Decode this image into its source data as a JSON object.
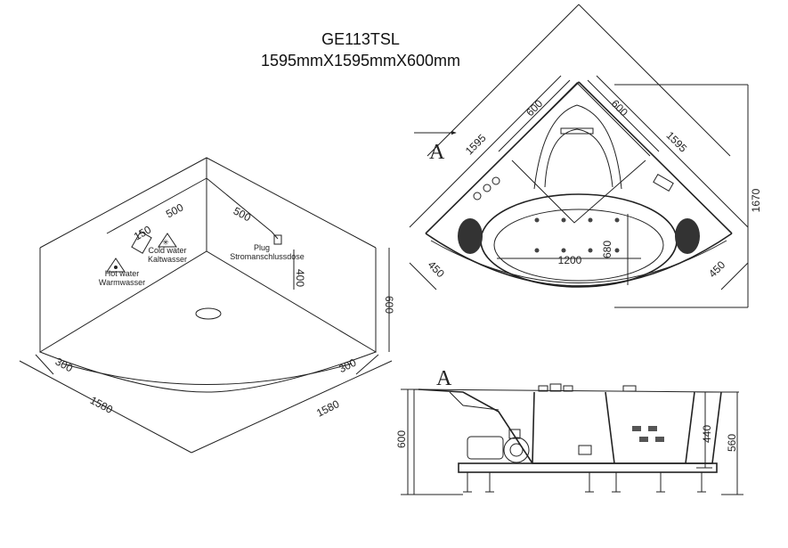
{
  "title": "GE113TSL",
  "subtitle": "1595mmX1595mmX600mm",
  "room_view": {
    "dims": {
      "left_length": "1580",
      "right_length": "1580",
      "left_offset": "300",
      "right_offset": "300",
      "height": "600",
      "plug_height": "400",
      "wall_left": "500",
      "wall_right": "500",
      "pipe_height": "150"
    },
    "labels": {
      "hot_water": "Hot water",
      "hot_water_de": "Warmwasser",
      "cold_water": "Cold water",
      "cold_water_de": "Kaltwasser",
      "plug": "Plug",
      "plug_de": "Stromanschlussdose"
    }
  },
  "plan_view": {
    "view_marker": "A",
    "dims": {
      "side_left": "1595",
      "side_right": "1595",
      "back_left": "600",
      "back_right": "600",
      "front_left": "450",
      "front_right": "450",
      "depth": "1670",
      "basin_length": "1200",
      "basin_width": "680"
    }
  },
  "side_view": {
    "view_marker": "A",
    "dims": {
      "total_height": "600",
      "inner_height": "440",
      "right_height": "560"
    }
  }
}
